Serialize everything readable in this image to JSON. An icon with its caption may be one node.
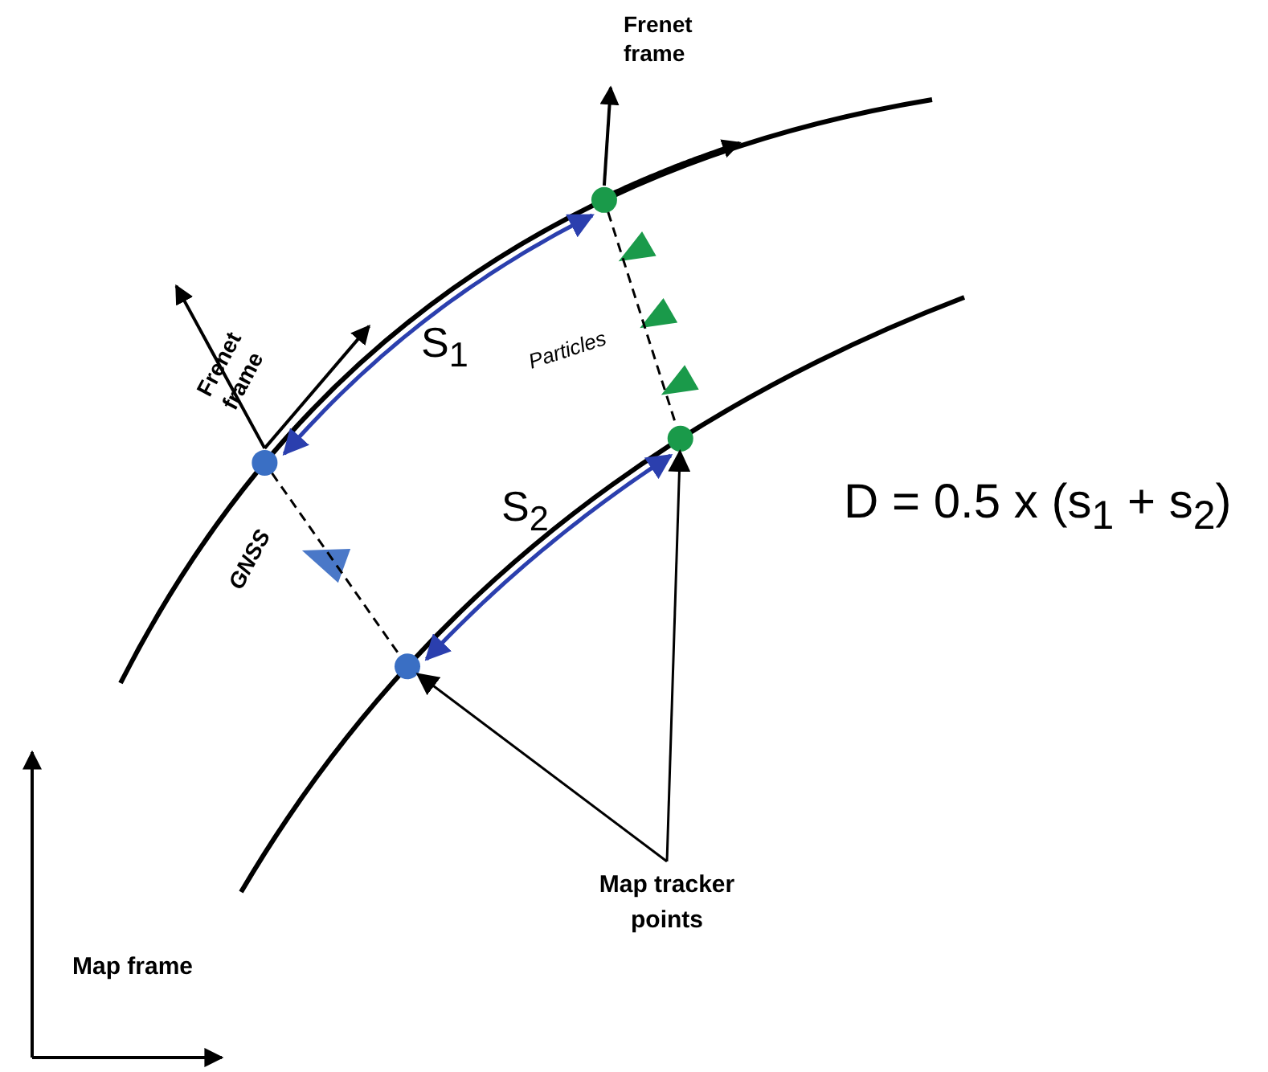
{
  "diagram": {
    "nodes": [
      {
        "text": [
          "Map tracker points"
        ]
      },
      {
        "text": [],
        "shape": "circle"
      },
      {
        "text": [],
        "shape": "circle"
      },
      {
        "text": [],
        "shape": "circle"
      },
      {
        "text": [],
        "shape": "circle"
      }
    ],
    "edges": [
      {
        "from": 0,
        "to": 1,
        "arrow": "to"
      },
      {
        "from": 0,
        "to": 2,
        "arrow": "to"
      },
      {
        "from": 3,
        "to": 1,
        "arrow": "none",
        "style": "dashed"
      },
      {
        "from": 4,
        "to": 2,
        "arrow": "none",
        "style": "dashed"
      },
      {
        "from": 3,
        "to": 4,
        "arrow": "both",
        "color": "#2b3fae"
      },
      {
        "from": 1,
        "to": 2,
        "arrow": "both",
        "color": "#2b3fae"
      }
    ],
    "labels": [
      "Frenet frame",
      "Frenet frame",
      "S$_{1}$",
      "Particles",
      "GNSS",
      "D = 0.5 x (s$_{1}$  + s$_{2}$)",
      "S$_{2}$",
      "Map frame"
    ]
  }
}
